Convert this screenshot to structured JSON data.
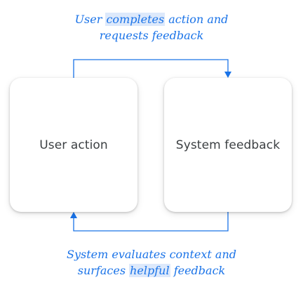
{
  "diagram": {
    "nodes": {
      "user_action": "User action",
      "system_feedback": "System feedback"
    },
    "top_caption": {
      "line1_pre": "User ",
      "line1_highlight": "completes",
      "line1_post": " action and",
      "line2": "requests feedback"
    },
    "bottom_caption": {
      "line1": "System evaluates context and",
      "line2_pre": "surfaces ",
      "line2_highlight": "helpful",
      "line2_post": " feedback"
    },
    "colors": {
      "accent": "#1a73e8",
      "highlight": "#dde9fb",
      "box_text": "#3c4043"
    }
  }
}
